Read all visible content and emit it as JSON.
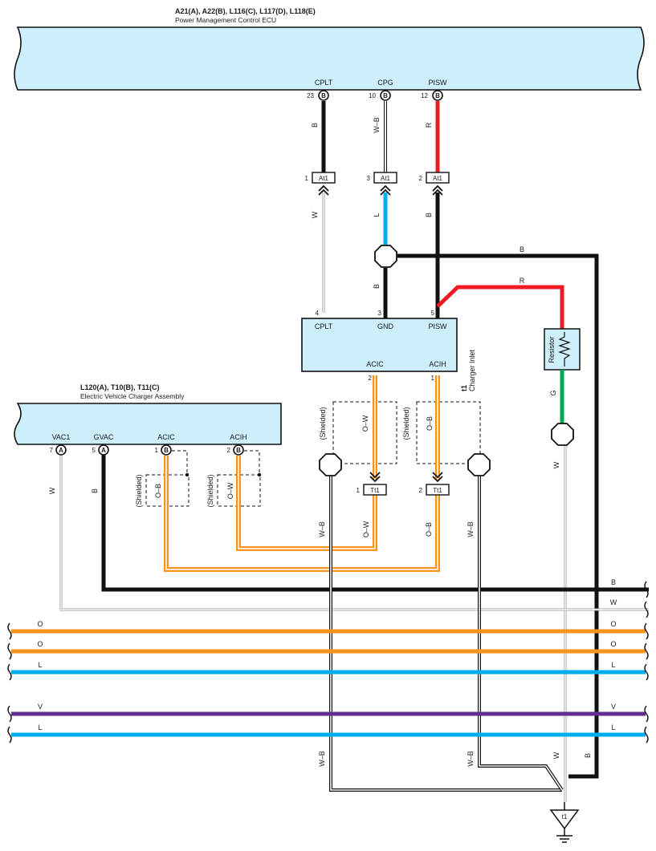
{
  "ecu": {
    "title": "A21(A), A22(B), L116(C), L117(D), L118(E)",
    "subtitle": "Power Management Control ECU",
    "pins": [
      {
        "name": "CPLT",
        "num": "23",
        "conn": "B"
      },
      {
        "name": "CPG",
        "num": "10",
        "conn": "B"
      },
      {
        "name": "PISW",
        "num": "12",
        "conn": "B"
      }
    ]
  },
  "junction_at1": {
    "label": "At1",
    "pins": [
      {
        "num": "1",
        "upper_color": "B",
        "lower_color": "W"
      },
      {
        "num": "3",
        "upper_color": "W–B",
        "lower_color": "L"
      },
      {
        "num": "2",
        "upper_color": "R",
        "lower_color": "B"
      }
    ]
  },
  "charger_inlet": {
    "id": "t1",
    "name": "Charger Inlet",
    "top_pins": [
      {
        "name": "CPLT",
        "num": "4"
      },
      {
        "name": "GND",
        "num": "3"
      },
      {
        "name": "PISW",
        "num": "5"
      }
    ],
    "bottom_pins": [
      {
        "name": "ACIC",
        "num": "2"
      },
      {
        "name": "ACIH",
        "num": "1"
      }
    ],
    "gnd_wire_color": "B"
  },
  "resistor": {
    "label": "Resistor",
    "upper_wire_color": "R",
    "lower_wire_color": "G",
    "shunt_wire_color": "B",
    "ground_wire_color": "W"
  },
  "charger_assembly": {
    "title": "L120(A), T10(B), T11(C)",
    "subtitle": "Electric Vehicle Charger Assembly",
    "pins": [
      {
        "name": "VAC1",
        "num": "7",
        "conn": "A",
        "wire_color": "W"
      },
      {
        "name": "GVAC",
        "num": "5",
        "conn": "A",
        "wire_color": "B"
      },
      {
        "name": "ACIC",
        "num": "1",
        "conn": "B",
        "wire_color": "O–B"
      },
      {
        "name": "ACIH",
        "num": "2",
        "conn": "B",
        "wire_color": "O–W"
      }
    ]
  },
  "shield": {
    "label": "(Shielded)",
    "inlet_left_color": "O–W",
    "inlet_right_color": "O–B"
  },
  "junction_tt1": {
    "label": "Tt1",
    "pins": [
      {
        "num": "1",
        "wire_color": "O–W"
      },
      {
        "num": "2",
        "wire_color": "O–B"
      }
    ]
  },
  "drain_wire_color": "W–B",
  "bus_lines": [
    {
      "color_code": "B",
      "stroke": "#111111"
    },
    {
      "color_code": "W",
      "stroke": "#bbbbbb"
    },
    {
      "color_code": "O",
      "stroke": "#f7941d"
    },
    {
      "color_code": "O",
      "stroke": "#f7941d"
    },
    {
      "color_code": "L",
      "stroke": "#00aeef"
    },
    {
      "color_code": "V",
      "stroke": "#662d91"
    },
    {
      "color_code": "L",
      "stroke": "#00aeef"
    }
  ],
  "ground": {
    "id": "t1"
  },
  "colors": {
    "ecu_fill": "#cdeefb",
    "black_wire": "#111111",
    "red_wire": "#ed1c24",
    "blue_wire": "#00aeef",
    "orange_wire": "#f7941d",
    "green_wire": "#00a651",
    "violet_wire": "#662d91"
  }
}
